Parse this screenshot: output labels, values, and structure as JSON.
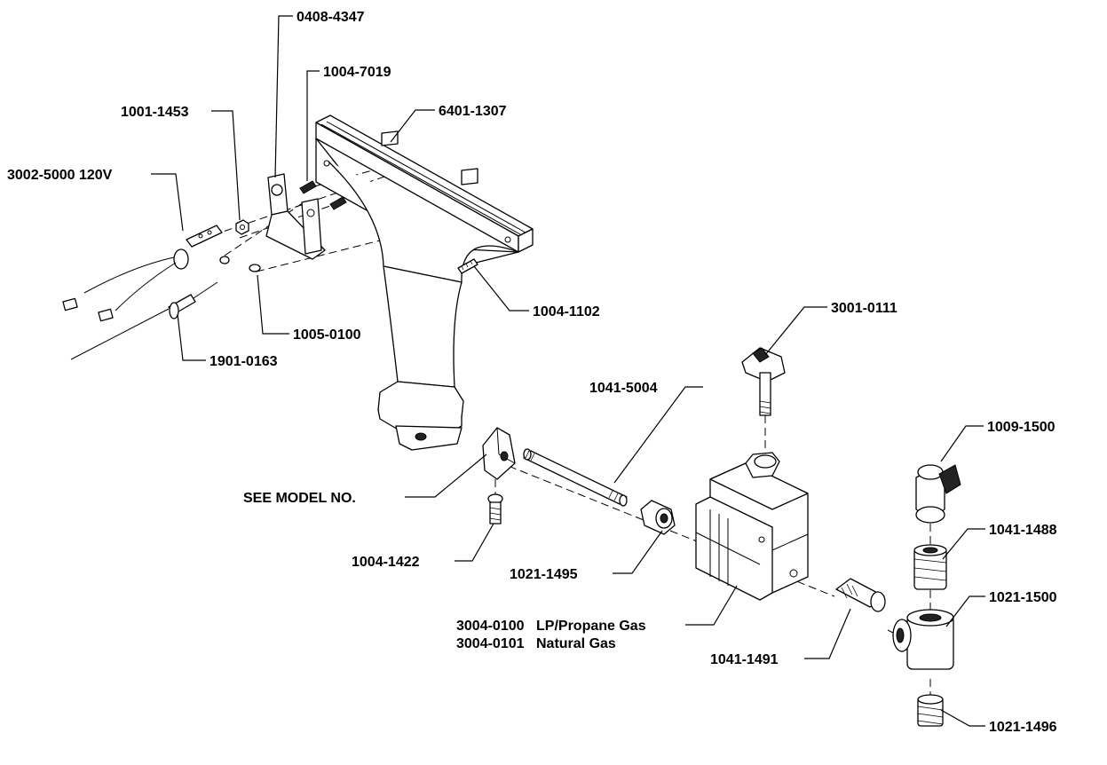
{
  "diagram": {
    "labels": {
      "p0408_4347": "0408-4347",
      "p1004_7019": "1004-7019",
      "p1001_1453": "1001-1453",
      "p6401_1307": "6401-1307",
      "p3002_5000": "3002-5000 120V",
      "p1004_1102": "1004-1102",
      "p1005_0100": "1005-0100",
      "p1901_0163": "1901-0163",
      "p3001_0111": "3001-0111",
      "p1041_5004": "1041-5004",
      "p1009_1500": "1009-1500",
      "see_model": "SEE MODEL NO.",
      "p1041_1488": "1041-1488",
      "p1004_1422": "1004-1422",
      "p1021_1495": "1021-1495",
      "p1021_1500": "1021-1500",
      "p3004_0100_num": "3004-0100",
      "p3004_0100_desc": "LP/Propane Gas",
      "p3004_0101_num": "3004-0101",
      "p3004_0101_desc": "Natural Gas",
      "p1041_1491": "1041-1491",
      "p1021_1496": "1021-1496"
    }
  }
}
